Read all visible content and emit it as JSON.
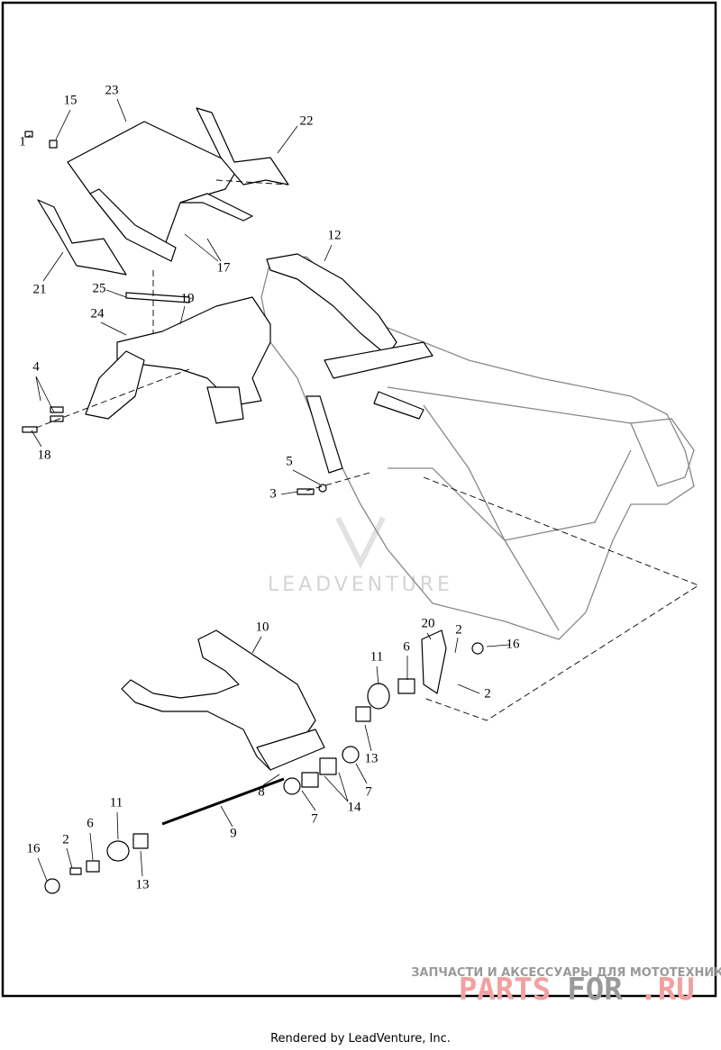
{
  "diagram": {
    "callouts": [
      "1",
      "15",
      "23",
      "22",
      "21",
      "25",
      "19",
      "24",
      "17",
      "12",
      "4",
      "18",
      "5",
      "3",
      "10",
      "20",
      "2",
      "16",
      "11",
      "6",
      "2",
      "13",
      "7",
      "14",
      "7",
      "8",
      "9",
      "11",
      "6",
      "2",
      "16",
      "13"
    ]
  },
  "watermarks": {
    "center": "LEADVENTURE",
    "ru_line": "ЗАПЧАСТИ И АКСЕССУАРЫ ДЛЯ МОТОТЕХНИКИ",
    "logo_a": "PARTS",
    "logo_b": "FOR",
    "logo_c": ".RU"
  },
  "footer": {
    "text": "Rendered by LeadVenture, Inc."
  },
  "colors": {
    "logo_red": "#f2a0a0",
    "logo_gray": "#9a9a9a"
  }
}
